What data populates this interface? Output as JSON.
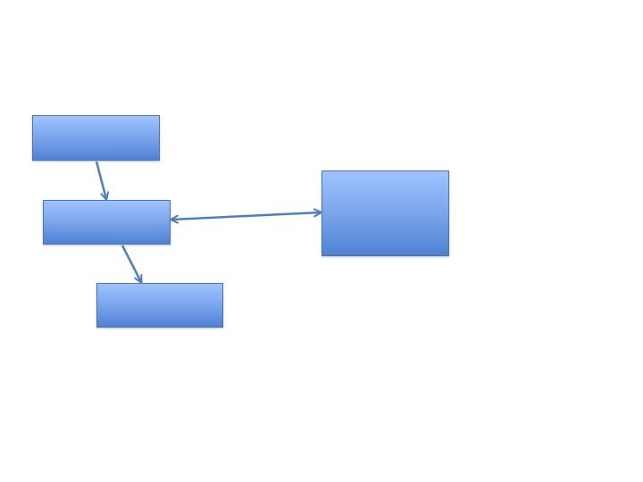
{
  "diagram": {
    "nodes": [
      {
        "id": "top",
        "label": ""
      },
      {
        "id": "middle",
        "label": ""
      },
      {
        "id": "bottom",
        "label": ""
      },
      {
        "id": "right",
        "label": ""
      }
    ],
    "edges": [
      {
        "from": "top",
        "to": "middle",
        "direction": "forward"
      },
      {
        "from": "middle",
        "to": "bottom",
        "direction": "forward"
      },
      {
        "from": "middle",
        "to": "right",
        "direction": "both"
      }
    ],
    "colors": {
      "box_fill_light": "#9ec3ff",
      "box_fill_dark": "#4f82d4",
      "box_border": "#4a76b8",
      "connector": "#4f7fc0"
    }
  }
}
